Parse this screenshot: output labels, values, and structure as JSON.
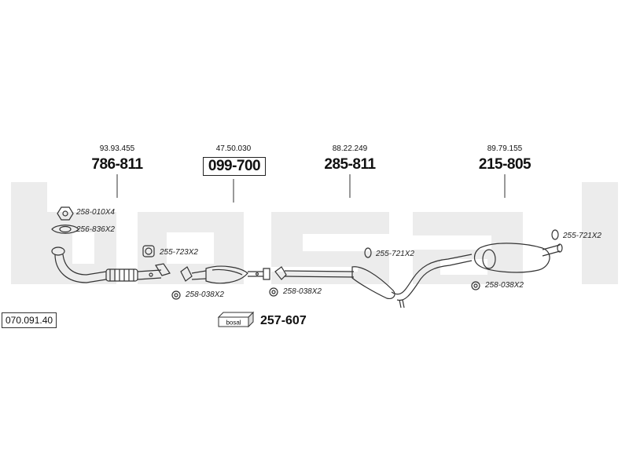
{
  "brand": {
    "watermark": "bosal",
    "badge": "bosal"
  },
  "catalog_number": "070.091.40",
  "columns": [
    {
      "oe_number": "93.93.455",
      "part_number": "786-811",
      "boxed": false
    },
    {
      "oe_number": "47.50.030",
      "part_number": "099-700",
      "boxed": true
    },
    {
      "oe_number": "88.22.249",
      "part_number": "285-811",
      "boxed": false
    },
    {
      "oe_number": "89.79.155",
      "part_number": "215-805",
      "boxed": false
    }
  ],
  "fittings": [
    {
      "label": "258-010X4",
      "icon": "nut-icon"
    },
    {
      "label": "256-836X2",
      "icon": "gasket-icon"
    },
    {
      "label": "255-723X2",
      "icon": "rubber-mount-icon"
    },
    {
      "label": "258-038X2",
      "icon": "nut-icon"
    },
    {
      "label": "258-038X2",
      "icon": "nut-icon"
    },
    {
      "label": "255-721X2",
      "icon": "rubber-ring-icon"
    },
    {
      "label": "258-038X2",
      "icon": "nut-icon"
    },
    {
      "label": "255-721X2",
      "icon": "rubber-ring-icon"
    }
  ],
  "mounting_kit": {
    "part_number": "257-607"
  },
  "colors": {
    "watermark": "#ececec",
    "line": "#333333"
  }
}
